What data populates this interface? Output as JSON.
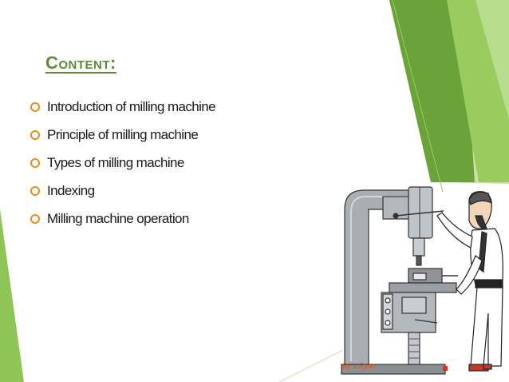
{
  "slide": {
    "title": "Content:",
    "bullets": [
      {
        "label": "Introduction of milling machine",
        "icon": "ring-bullet-icon"
      },
      {
        "label": "Principle of milling machine",
        "icon": "ring-bullet-icon"
      },
      {
        "label": "Types of milling machine",
        "icon": "ring-bullet-icon"
      },
      {
        "label": "Indexing",
        "icon": "ring-bullet-icon"
      },
      {
        "label": "Milling machine operation",
        "icon": "ring-bullet-icon"
      }
    ],
    "illustration_credit": "By V.Ryan",
    "colors": {
      "accent_green": "#5e8a3a",
      "bullet_orange": "#ef8a1e",
      "decor_green_light": "#8fc556",
      "decor_green_dark": "#5b9a2c"
    }
  }
}
